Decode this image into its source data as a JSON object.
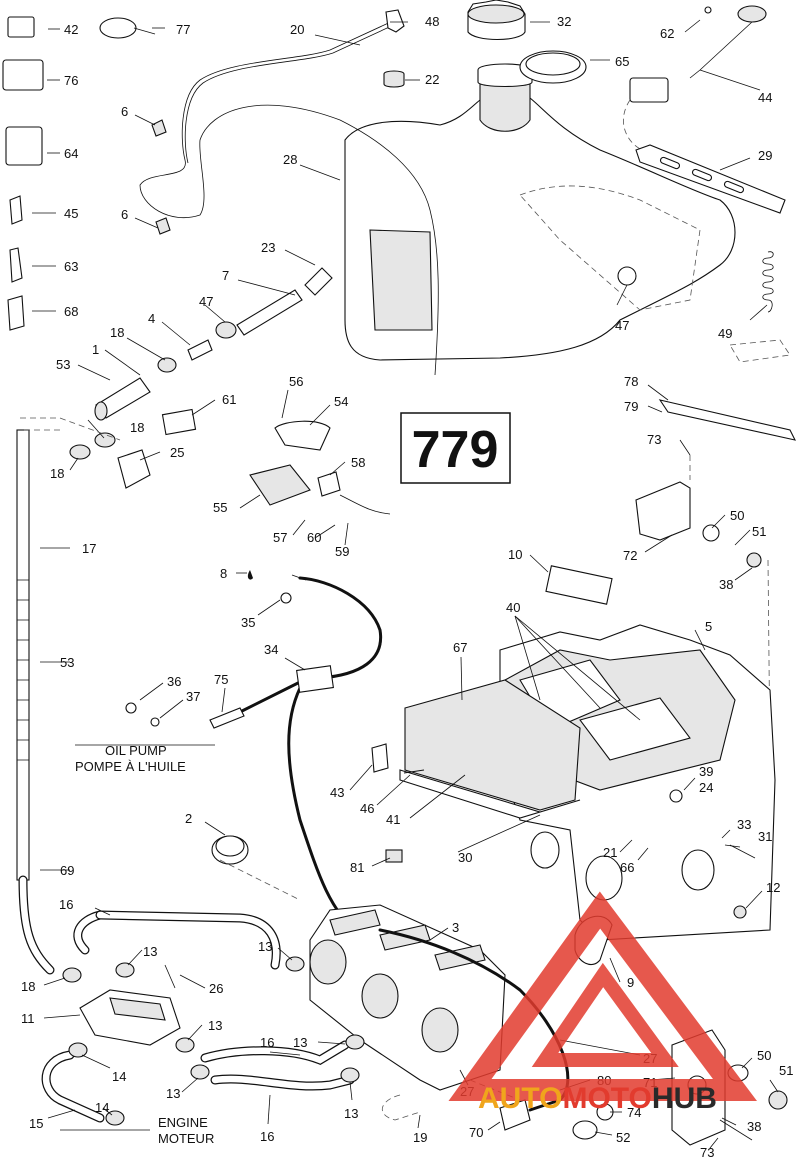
{
  "diagram_number": "779",
  "captions": {
    "oil_pump_en": "OIL PUMP",
    "oil_pump_fr": "POMPE À L'HUILE",
    "engine_en": "ENGINE",
    "engine_fr": "MOTEUR"
  },
  "watermark": {
    "part1": "AUTO",
    "part2": "MOTO",
    "part3": "HUB",
    "color_red": "#e23b2e",
    "color_gold": "#f0a51c",
    "color_dark": "#2a2a2a"
  },
  "callouts": {
    "c42": "42",
    "c77": "77",
    "c20": "20",
    "c48": "48",
    "c32": "32",
    "c62": "62",
    "c76": "76",
    "c22": "22",
    "c65": "65",
    "c44": "44",
    "c64": "64",
    "c28": "28",
    "c29": "29",
    "c45": "45",
    "c6a": "6",
    "c6b": "6",
    "c23": "23",
    "c63": "63",
    "c7": "7",
    "c47a": "47",
    "c47b": "47",
    "c49": "49",
    "c68": "68",
    "c4": "4",
    "c18a": "18",
    "c53a": "53",
    "c1": "1",
    "c56": "56",
    "c54": "54",
    "c61": "61",
    "c78": "78",
    "c79": "79",
    "c18b": "18",
    "c18c": "18",
    "c25": "25",
    "c73a": "73",
    "c58": "58",
    "c55": "55",
    "c57": "57",
    "c60": "60",
    "c59": "59",
    "c50a": "50",
    "c51a": "51",
    "c72": "72",
    "c17": "17",
    "c10": "10",
    "c8": "8",
    "c38a": "38",
    "c35": "35",
    "c40": "40",
    "c5": "5",
    "c53b": "53",
    "c67": "67",
    "c34": "34",
    "c36": "36",
    "c75": "75",
    "c37": "37",
    "c39": "39",
    "c24": "24",
    "c43": "43",
    "c46": "46",
    "c41": "41",
    "c33": "33",
    "c31": "31",
    "c2": "2",
    "c21": "21",
    "c66": "66",
    "c30": "30",
    "c81": "81",
    "c69": "69",
    "c12": "12",
    "c16a": "16",
    "c3": "3",
    "c13a": "13",
    "c13b": "13",
    "c9": "9",
    "c26": "26",
    "c18d": "18",
    "c11": "11",
    "c13c": "13",
    "c27a": "27",
    "c16b": "16",
    "c13d": "13",
    "c50b": "50",
    "c14a": "14",
    "c13e": "13",
    "c80": "80",
    "c71": "71",
    "c51b": "51",
    "c27b": "27",
    "c15": "15",
    "c14b": "14",
    "c13f": "13",
    "c74": "74",
    "c38b": "38",
    "c16c": "16",
    "c19": "19",
    "c70": "70",
    "c52": "52",
    "c73b": "73"
  }
}
